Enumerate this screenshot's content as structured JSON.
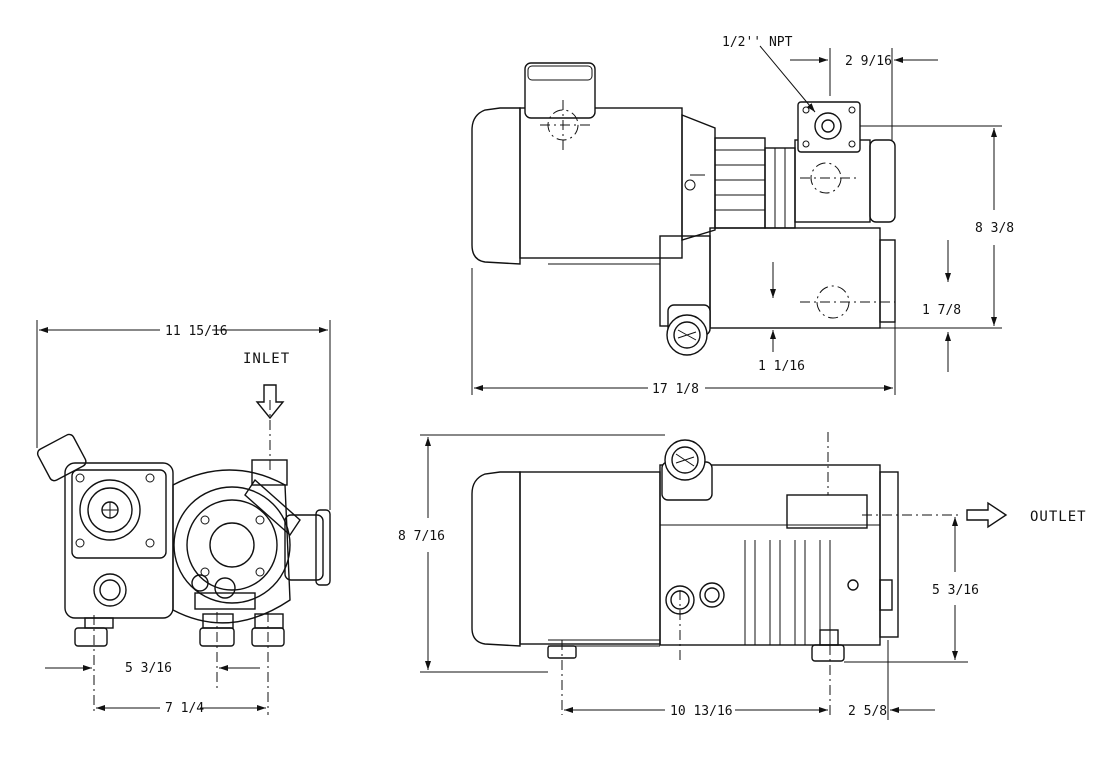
{
  "labels": {
    "npt": "1/2'' NPT",
    "inlet": "INLET",
    "outlet": "OUTLET"
  },
  "dimensions": {
    "top_view_width_offset": "2 9/16",
    "top_view_height": "8 3/8",
    "top_view_inlet_height": "1 7/8",
    "top_view_base_offset": "1 1/16",
    "top_view_length": "17 1/8",
    "end_view_width": "11 15/16",
    "end_view_foot_offset": "5 3/16",
    "end_view_foot_span": "7 1/4",
    "side_view_height": "8 7/16",
    "side_view_outlet_height": "5 3/16",
    "side_view_foot_span": "10 13/16",
    "side_view_outlet_offset": "2 5/8"
  }
}
